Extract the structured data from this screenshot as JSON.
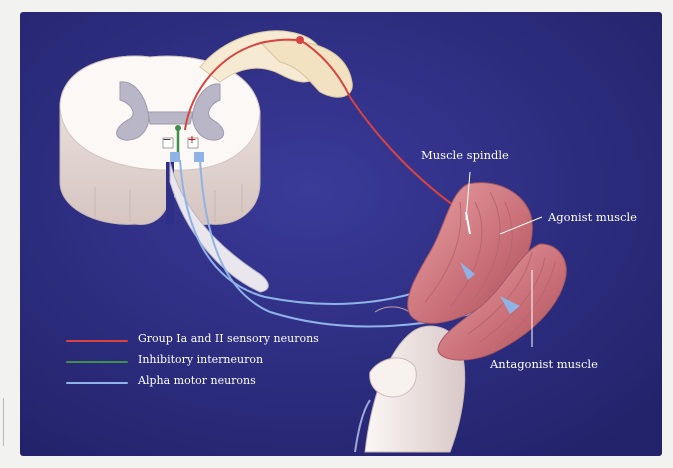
{
  "labels": {
    "muscle_spindle": "Muscle spindle",
    "agonist_muscle": "Agonist muscle",
    "antagonist_muscle": "Antagonist muscle",
    "inhibitory_sign": "−",
    "excitatory_sign": "+"
  },
  "legend": [
    {
      "label": "Group Ia and II sensory neurons",
      "color": "#d9433f"
    },
    {
      "label": "Inhibitory interneuron",
      "color": "#3f8f4a"
    },
    {
      "label": "Alpha motor neurons",
      "color": "#8fb3e6"
    }
  ],
  "colors": {
    "background": "#2f2f86",
    "sensory": "#d9433f",
    "inhibitory": "#3f8f4a",
    "motor": "#8fb3e6",
    "muscle": "#d9898f"
  }
}
